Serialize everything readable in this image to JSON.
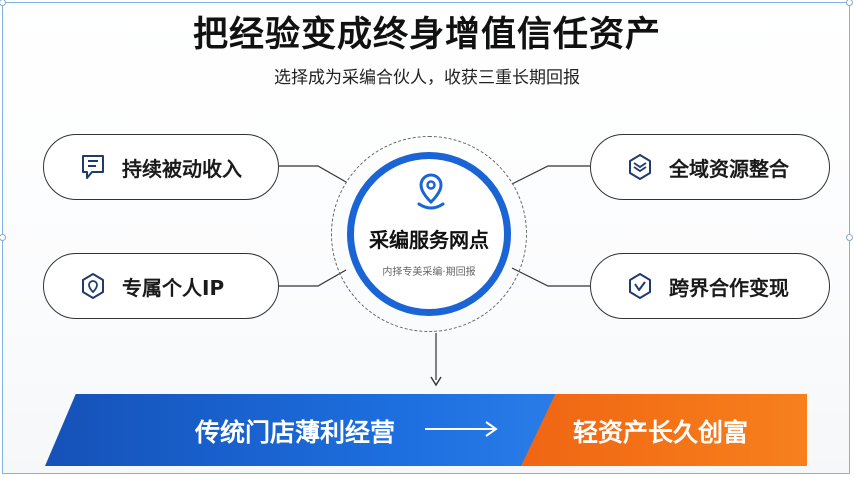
{
  "title": "把经验变成终身增值信任资产",
  "subtitle": "选择成为采编合伙人，收获三重长期回报",
  "center": {
    "title": "采编服务网点",
    "subtitle": "内择专美采编·期回报",
    "icon": "location-pin-icon"
  },
  "left_items": [
    {
      "label": "持续被动收入",
      "icon": "message-doc-icon"
    },
    {
      "label": "专属个人IP",
      "icon": "hexagon-pin-icon"
    }
  ],
  "right_items": [
    {
      "label": "全域资源整合",
      "icon": "layers-icon"
    },
    {
      "label": "跨界合作变现",
      "icon": "hexagon-check-icon"
    }
  ],
  "banner": {
    "from": "传统门店薄利经营",
    "to": "轻资产长久创富"
  },
  "colors": {
    "primary_blue": "#1a64d6",
    "accent_orange": "#f57a1a"
  }
}
